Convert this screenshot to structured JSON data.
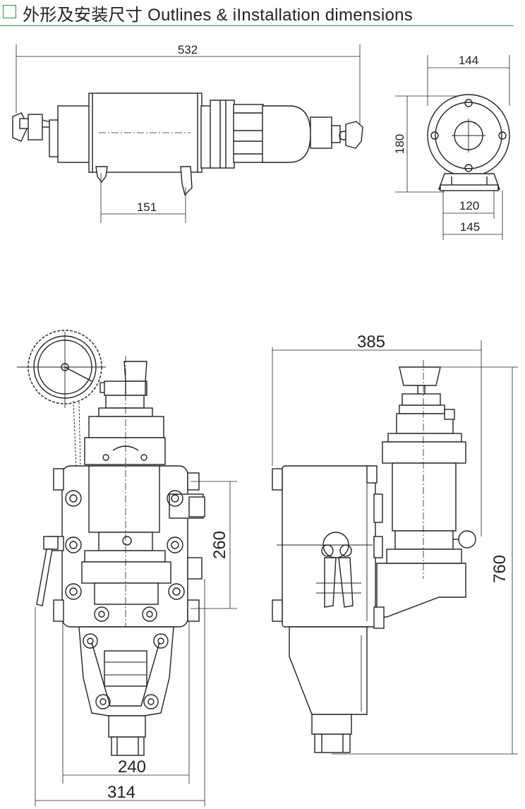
{
  "header": {
    "title": "外形及安装尺寸 Outlines & iInstallation dimensions",
    "accent_color": "#2a9a4a"
  },
  "dimensions": {
    "top_length": "532",
    "top_mount": "151",
    "end_width": "144",
    "end_height": "180",
    "end_base_inner": "120",
    "end_base_outer": "145",
    "front_height": "260",
    "front_inner_width": "240",
    "front_outer_width": "314",
    "side_width": "385",
    "side_height": "760"
  }
}
